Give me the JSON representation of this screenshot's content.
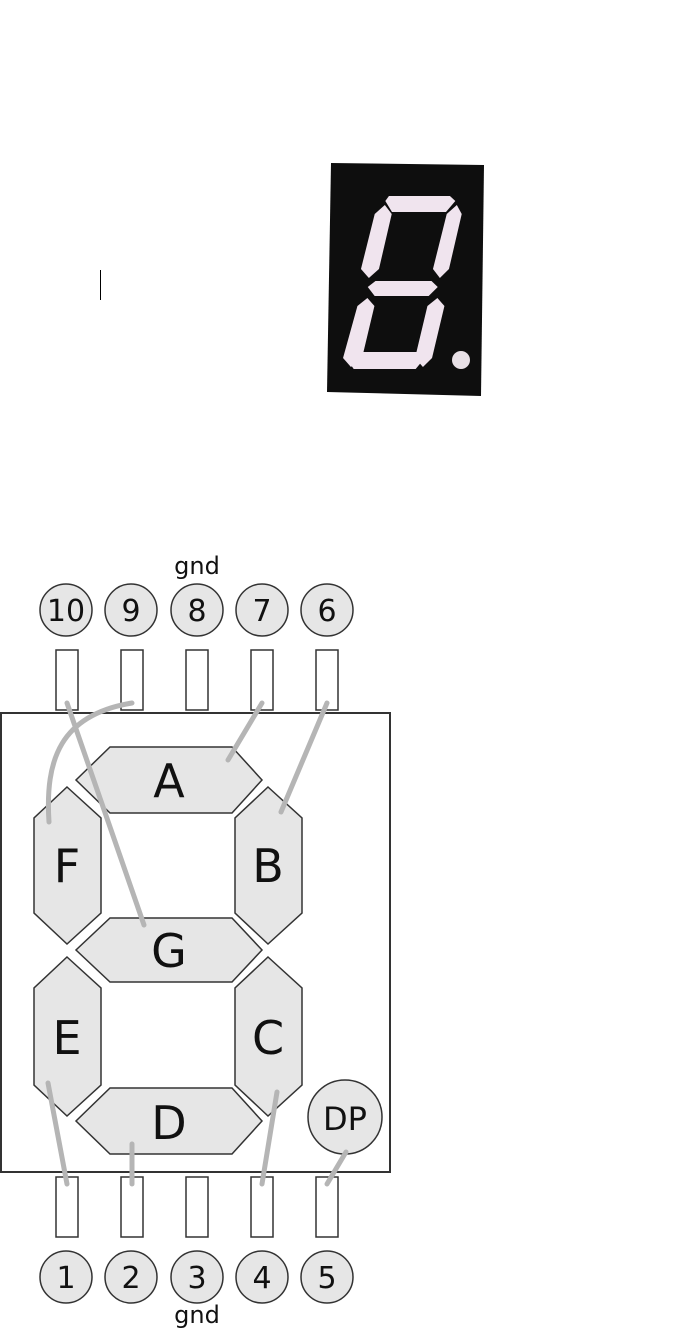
{
  "display_photo": {
    "lit_segments": [
      "a",
      "b",
      "c",
      "d",
      "e",
      "f",
      "g",
      "dp"
    ],
    "body_color": "#0e0e0e",
    "segment_color": "#f0e4ee"
  },
  "diagram": {
    "segments": [
      {
        "id": "seg-a",
        "label": "A"
      },
      {
        "id": "seg-b",
        "label": "B"
      },
      {
        "id": "seg-c",
        "label": "C"
      },
      {
        "id": "seg-d",
        "label": "D"
      },
      {
        "id": "seg-e",
        "label": "E"
      },
      {
        "id": "seg-f",
        "label": "F"
      },
      {
        "id": "seg-g",
        "label": "G"
      }
    ],
    "dp_label": "DP",
    "top_pins": [
      "10",
      "9",
      "8",
      "7",
      "6"
    ],
    "bottom_pins": [
      "1",
      "2",
      "3",
      "4",
      "5"
    ],
    "top_gnd_label": "gnd",
    "bottom_gnd_label": "gnd",
    "fill_color": "#e6e6e6",
    "stroke_color": "#333333",
    "wire_color": "#b5b5b5"
  }
}
